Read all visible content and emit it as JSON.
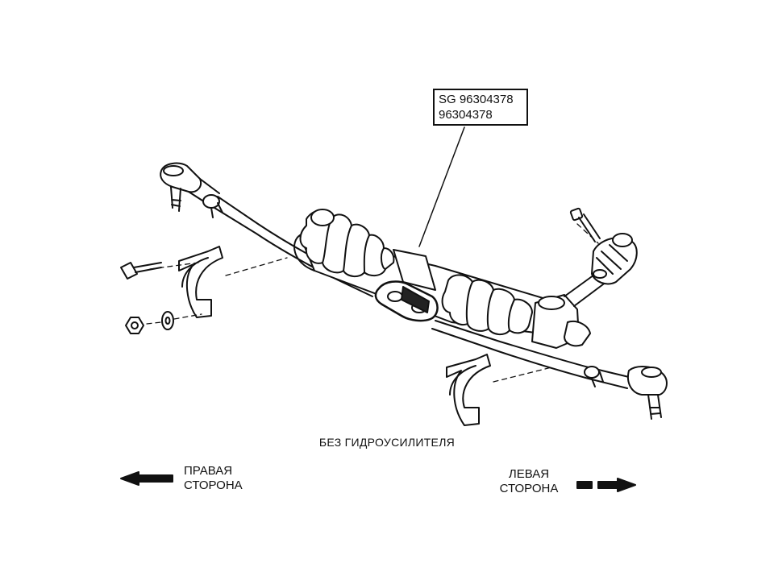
{
  "part_numbers": [
    "SG 96304378",
    "96304378"
  ],
  "caption": "БЕЗ ГИДРОУСИЛИТЕЛЯ",
  "right_side": {
    "line1": "ПРАВАЯ",
    "line2": "СТОРОНА"
  },
  "left_side": {
    "line1": "ЛЕВАЯ",
    "line2": "СТОРОНА"
  }
}
